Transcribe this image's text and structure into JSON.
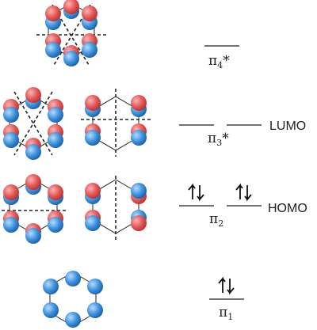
{
  "colors": {
    "positive": "#e45b5b",
    "negative": "#3f95de",
    "line": "#222222"
  },
  "levels": [
    {
      "id": "pi4",
      "symbol": "π",
      "subscript": "4",
      "star": "*",
      "tag": "",
      "electrons": 0
    },
    {
      "id": "pi3",
      "symbol": "π",
      "subscript": "3",
      "star": "*",
      "tag": "LUMO",
      "electrons": 0
    },
    {
      "id": "pi2",
      "symbol": "π",
      "subscript": "2",
      "star": "",
      "tag": "HOMO",
      "electrons": 4
    },
    {
      "id": "pi1",
      "symbol": "π",
      "subscript": "1",
      "star": "",
      "tag": "",
      "electrons": 2
    }
  ]
}
